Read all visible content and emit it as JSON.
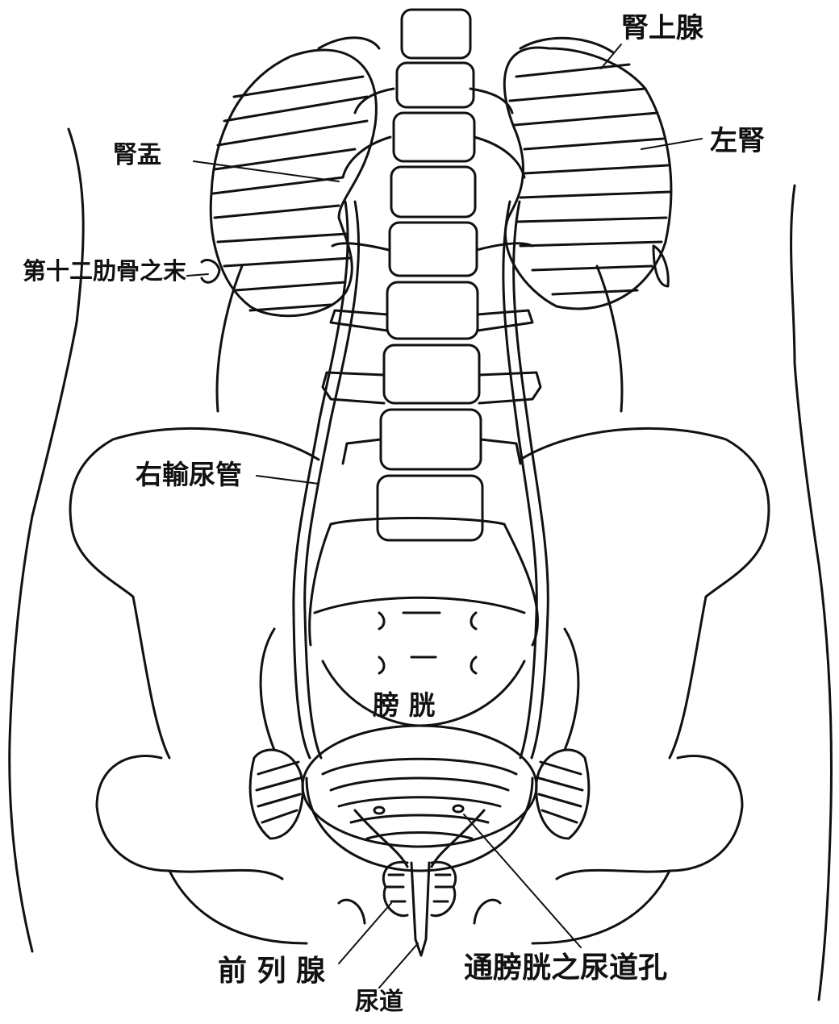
{
  "labels": {
    "adrenal": "腎上腺",
    "left_kidney": "左腎",
    "renal_pelvis": "腎盂",
    "twelfth_rib": "第十二肋骨之末",
    "right_ureter": "右輸尿管",
    "bladder": "膀 胱",
    "prostate": "前 列 腺",
    "urethra": "尿道",
    "ureteral_orifice": "通膀胱之尿道孔"
  },
  "colors": {
    "ink": "#111111",
    "paper": "#ffffff"
  }
}
